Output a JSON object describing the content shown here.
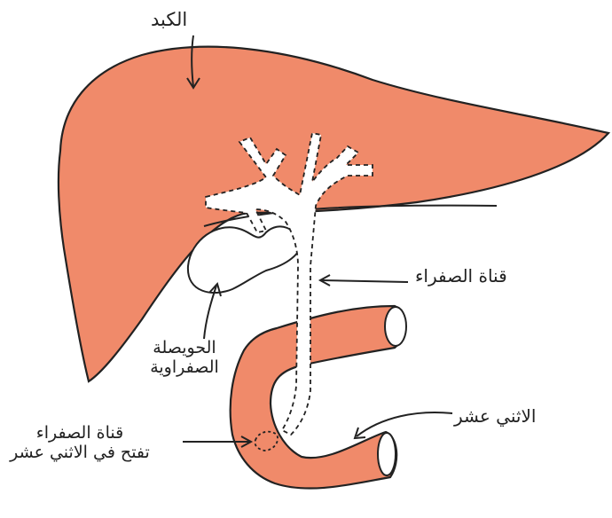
{
  "labels": {
    "liver": "الكبد",
    "bile_duct": "قناة الصفراء",
    "gallbladder_line1": "الحويصلة",
    "gallbladder_line2": "الصفراوية",
    "duodenum": "الاثني عشر",
    "duct_opening_line1": "قناة الصفراء",
    "duct_opening_line2": "تفتح في الاثني عشر"
  },
  "colors": {
    "organ_fill": "#f08a6a",
    "outline": "#222222",
    "duct_fill": "#ffffff"
  }
}
